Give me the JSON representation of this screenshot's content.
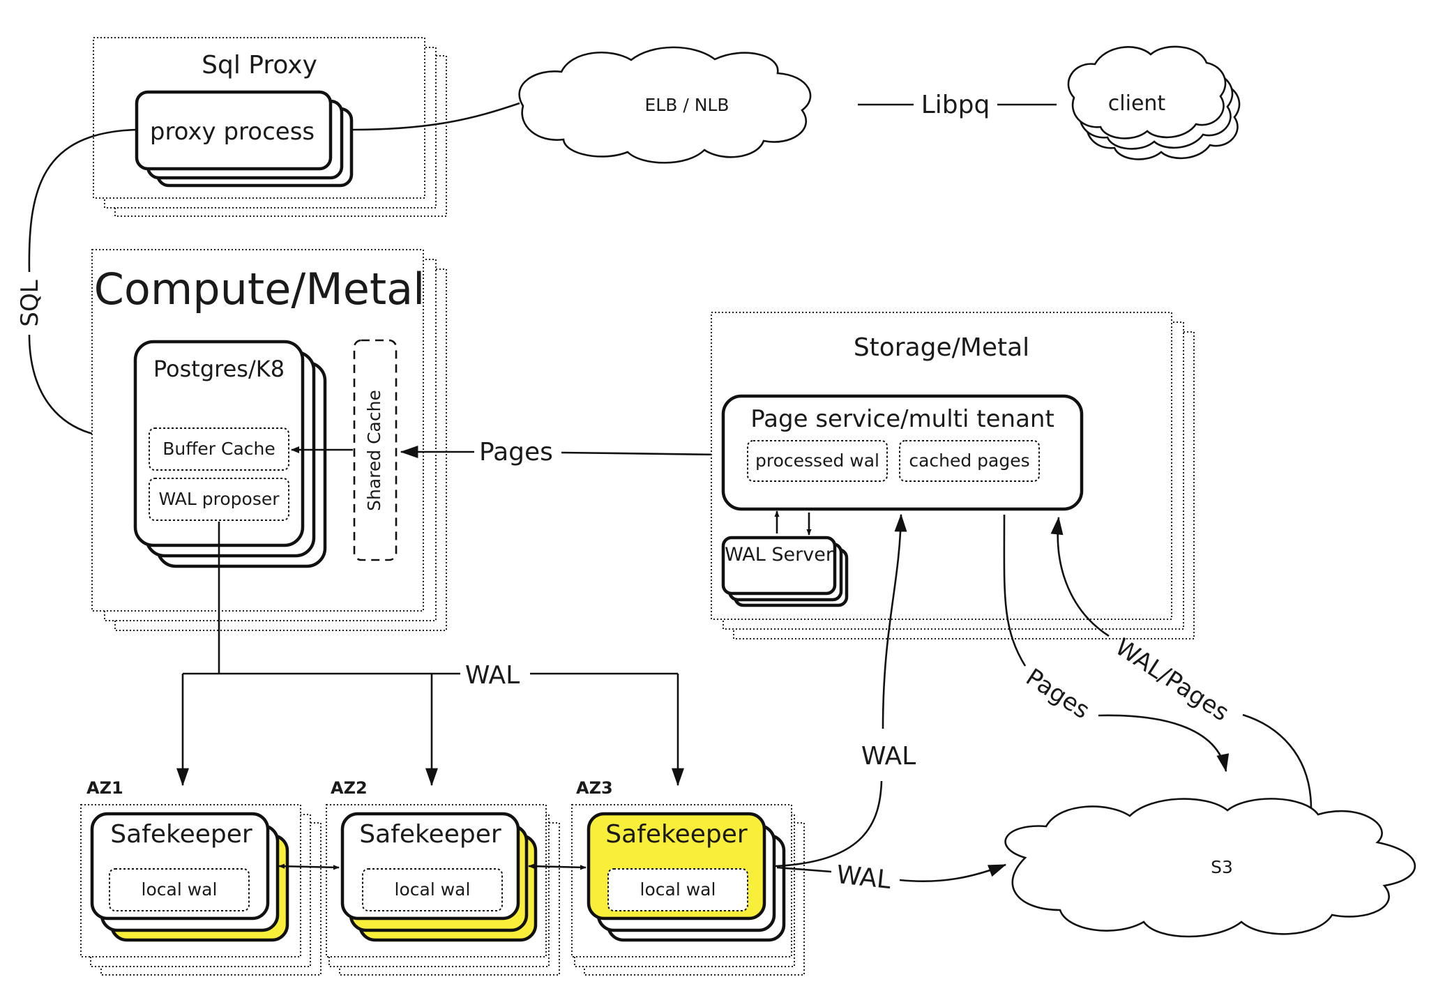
{
  "diagram": {
    "sql_proxy": {
      "title": "Sql Proxy",
      "process": "proxy process"
    },
    "elb": "ELB / NLB",
    "libpq": "Libpq",
    "client": "client",
    "sql_label": "SQL",
    "compute": {
      "title": "Compute/Metal",
      "postgres": "Postgres/K8",
      "buffer_cache": "Buffer Cache",
      "wal_proposer": "WAL proposer",
      "shared_cache": "Shared Cache"
    },
    "pages_label": "Pages",
    "storage": {
      "title": "Storage/Metal",
      "page_service": "Page service/multi tenant",
      "processed_wal": "processed wal",
      "cached_pages": "cached pages",
      "wal_server": "WAL Server"
    },
    "wal_label": "WAL",
    "safekeepers": [
      {
        "az": "AZ1",
        "title": "Safekeeper",
        "inner": "local wal"
      },
      {
        "az": "AZ2",
        "title": "Safekeeper",
        "inner": "local wal"
      },
      {
        "az": "AZ3",
        "title": "Safekeeper",
        "inner": "local wal"
      }
    ],
    "wal_to_page_label": "WAL",
    "wal_to_s3_label": "WAL",
    "s3": "S3",
    "s3_pages_label": "Pages",
    "s3_walpages_label": "WAL/Pages",
    "colors": {
      "highlight": "#f9ee3a",
      "stroke": "#111111"
    }
  }
}
